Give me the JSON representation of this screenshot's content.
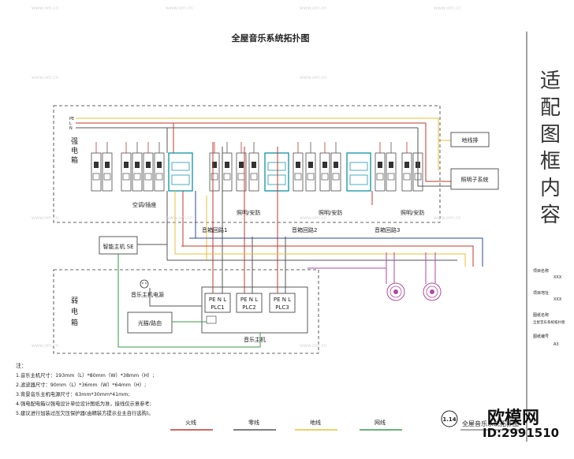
{
  "title": "全屋音乐系统拓扑图",
  "strong_box": {
    "label": [
      "强",
      "电",
      "箱"
    ],
    "pe_label": "PE",
    "l_label": "L",
    "n_label": "N"
  },
  "weak_box": {
    "label": [
      "弱",
      "电",
      "箱"
    ]
  },
  "breaker_group_labels": [
    "空调/插座",
    "照明/安防",
    "照明/安防",
    "照明/安防"
  ],
  "audio_circuits": [
    "音箱回路1",
    "音箱回路2",
    "音箱回路3"
  ],
  "right_boxes": [
    "地线排",
    "照明子系统"
  ],
  "smart_host": "智能主机 SE",
  "music_power": "音乐主机电源",
  "router": "光猫/路由",
  "music_host": "音乐主机",
  "plc_modules": [
    {
      "top": "PE N L",
      "bottom": "PLC1"
    },
    {
      "top": "PE N L",
      "bottom": "PLC2"
    },
    {
      "top": "PE N L",
      "bottom": "PLC3"
    }
  ],
  "notes": {
    "heading": "注：",
    "lines": [
      "1.音乐主机尺寸：193mm（L）*80mm（W）*38mm（H）;",
      "2.滤波器尺寸：90mm（L）*36mm（W）*64mm（H）;",
      "3.背景音乐主机电源尺寸：63mm*30mm*41mm;",
      "4.强电配电箱以强电设计单位设计图纸为准，接线仅示意参考;",
      "5.建议进行加装过压欠压保护器(由精装方提示业主自行选购)。"
    ]
  },
  "legend": [
    {
      "label": "火线",
      "color": "#c0392b"
    },
    {
      "label": "零线",
      "color": "#555555"
    },
    {
      "label": "地线",
      "color": "#e6c23a"
    },
    {
      "label": "网线",
      "color": "#3a9a4a"
    }
  ],
  "page_number": "1.14",
  "footer_caption": "全屋音乐系统拓扑图",
  "side_title": [
    "适",
    "配",
    "图",
    "框",
    "内",
    "容"
  ],
  "watermark": {
    "brand": "欧模网",
    "id": "ID:2991510",
    "url": "www.om.cn"
  },
  "title_block": [
    "项目名称",
    "XXX",
    "项目地址",
    "XXX",
    "图纸名称",
    "全屋音乐系统拓扑图",
    "图纸编号",
    "A3"
  ],
  "colors": {
    "live": "#c0392b",
    "neutral": "#555555",
    "earth": "#e6c23a",
    "net": "#3a9a4a",
    "purple": "#b04aa0",
    "blue": "#2c4a9a"
  }
}
